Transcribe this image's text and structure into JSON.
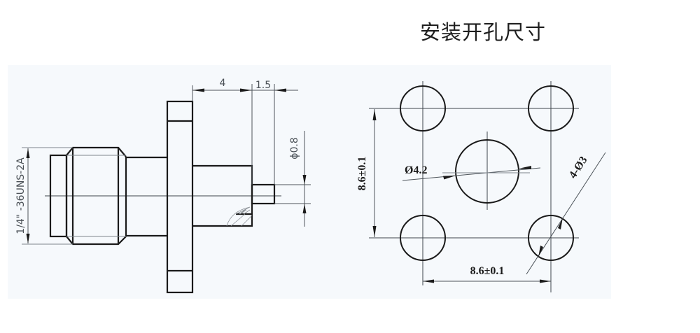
{
  "title": "安装开孔尺寸",
  "colors": {
    "background": "#ffffff",
    "panel": "#f6f9fc",
    "line": "#1a1a1a",
    "dimension_line": "#4d545a",
    "title_text": "#1e1e1e"
  },
  "side_view": {
    "thread_label": "1/4\" -36UNS-2A",
    "dim_flange_to_tip": "4",
    "dim_pin_length": "1.5",
    "dim_pin_diameter": "ϕ0.8"
  },
  "panel_cutout": {
    "dim_vertical": "8.6±0.1",
    "dim_horizontal": "8.6±0.1",
    "center_hole_diameter": "Ø4.2",
    "mounting_holes": "4-Ø3"
  }
}
